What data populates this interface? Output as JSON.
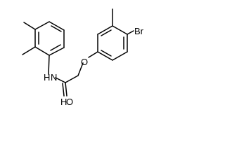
{
  "molecule": {
    "atoms": {
      "bromine": "Br",
      "ether_oxygen": "O",
      "amide_nitrogen": "N",
      "amide_hydrogen": "H",
      "carbonyl_oxygen": "O",
      "carbonyl_hydrogen": "H"
    },
    "colors": {
      "bond": "#000000",
      "label": "#000000",
      "background": "#ffffff"
    }
  }
}
